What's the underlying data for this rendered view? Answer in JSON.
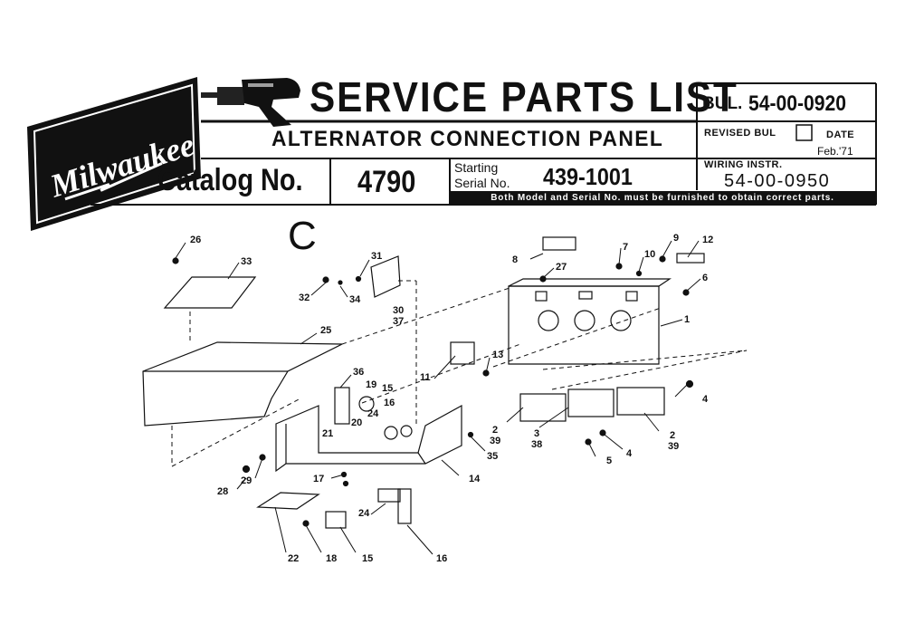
{
  "header": {
    "brand": "Milwaukee",
    "title": "SERVICE PARTS LIST",
    "subtitle": "ALTERNATOR CONNECTION PANEL",
    "catalog_label": "Catalog No.",
    "catalog_number": "4790",
    "starting_label": "Starting",
    "serial_label": "Serial No.",
    "serial_number": "439-1001",
    "bulletin_label": "BUL.",
    "bulletin_number": "54-00-0920",
    "revised_label": "REVISED BUL",
    "date_label": "DATE",
    "date_value": "Feb.'71",
    "wiring_label": "WIRING INSTR.",
    "wiring_number": "54-00-0950",
    "notice": "Both Model and Serial No. must be furnished to obtain correct parts."
  },
  "diagram": {
    "section_letter": "C",
    "callouts": {
      "c26": "26",
      "c33": "33",
      "c31": "31",
      "c32": "32",
      "c34": "34",
      "c30": "30",
      "c37": "37",
      "c25": "25",
      "c8": "8",
      "c27": "27",
      "c7": "7",
      "c10": "10",
      "c9": "9",
      "c12": "12",
      "c6": "6",
      "c1": "1",
      "c11": "11",
      "c13": "13",
      "c36": "36",
      "c19": "19",
      "c15a": "15",
      "c16a": "16",
      "c24a": "24",
      "c20": "20",
      "c21": "21",
      "c2a": "2",
      "c39a": "39",
      "c3": "3",
      "c38": "38",
      "c2b": "2",
      "c39b": "39",
      "c4a": "4",
      "c4b": "4",
      "c5": "5",
      "c35": "35",
      "c14": "14",
      "c28": "28",
      "c29": "29",
      "c17": "17",
      "c24b": "24",
      "c22": "22",
      "c18": "18",
      "c15b": "15",
      "c16b": "16"
    }
  }
}
